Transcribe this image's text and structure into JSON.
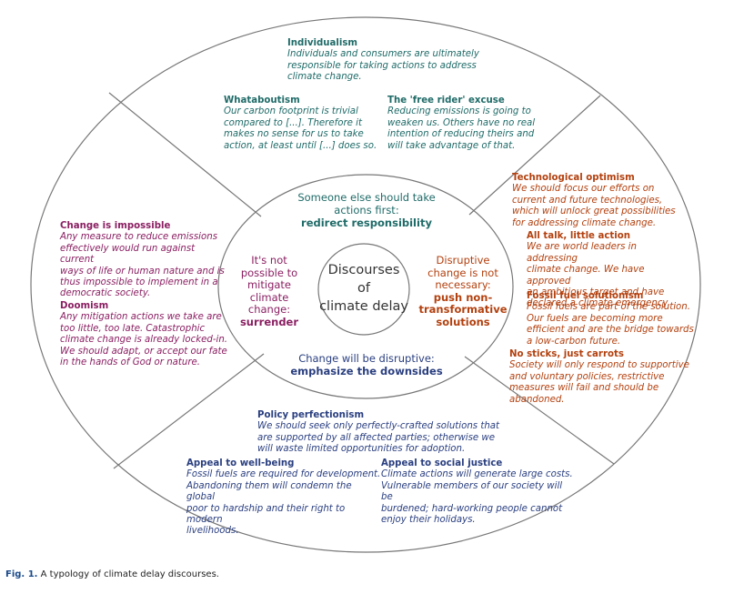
{
  "center": {
    "line1": "Discourses",
    "line2": "of",
    "line3": "climate delay"
  },
  "inner": {
    "top": {
      "line1": "Someone else should take",
      "line2": "actions first:",
      "emphasis": "redirect responsibility",
      "color": "#1f6b68"
    },
    "left": {
      "line1": "It's not",
      "line2": "possible to",
      "line3": "mitigate",
      "line4": "climate",
      "line5": "change:",
      "emphasis": "surrender",
      "color": "#8a1f62"
    },
    "right": {
      "line1": "Disruptive",
      "line2": "change is not",
      "line3": "necessary:",
      "emphasis1": "push non-",
      "emphasis2": "transformative",
      "emphasis3": "solutions",
      "color": "#b3410f"
    },
    "bottom": {
      "line1": "Change will be disruptive:",
      "emphasis": "emphasize the downsides",
      "color": "#2a3f80"
    }
  },
  "outer": {
    "individualism": {
      "title": "Individualism",
      "l1": "Individuals and consumers are ultimately",
      "l2": "responsible for taking actions to address",
      "l3": "climate change."
    },
    "whataboutism": {
      "title": "Whataboutism",
      "l1": "Our carbon footprint is trivial",
      "l2": "compared to [...]. Therefore it",
      "l3": "makes no sense for us to take",
      "l4": "action, at least until [...] does so."
    },
    "free_rider": {
      "title": "The 'free rider' excuse",
      "l1": "Reducing emissions is going to",
      "l2": "weaken us. Others have no real",
      "l3": "intention of reducing theirs and",
      "l4": "will take advantage of that."
    },
    "change_impossible": {
      "title": "Change is impossible",
      "l1": "Any measure to reduce emissions",
      "l2": "effectively would run against current",
      "l3": "ways of life or human nature and is",
      "l4": "thus impossible to implement in a",
      "l5": "democratic society."
    },
    "doomism": {
      "title": "Doomism",
      "l1": "Any mitigation actions we take are",
      "l2": "too little, too late. Catastrophic",
      "l3": "climate change is already locked-in.",
      "l4": "We should adapt, or accept our fate",
      "l5": "in the hands of God or nature."
    },
    "tech_optimism": {
      "title": "Technological optimism",
      "l1": "We should focus our efforts on",
      "l2": "current and future technologies,",
      "l3": "which will unlock great possibilities",
      "l4": "for addressing climate change."
    },
    "all_talk": {
      "title": "All talk, little action",
      "l1": "We are world leaders in addressing",
      "l2": "climate change. We have approved",
      "l3": "an ambitious target and have",
      "l4": "declared a climate emergency."
    },
    "fossil_fuel": {
      "title": "Fossil fuel solutionism",
      "l1": "Fossil fuels are part of the solution.",
      "l2": "Our fuels are becoming more",
      "l3": "efficient and are the bridge towards",
      "l4": "a low-carbon future."
    },
    "no_sticks": {
      "title": "No sticks, just carrots",
      "l1": "Society will only respond to supportive",
      "l2": "and voluntary policies, restrictive",
      "l3": "measures will fail and should be",
      "l4": "abandoned."
    },
    "policy_perfectionism": {
      "title": "Policy perfectionism",
      "l1": "We should seek only perfectly-crafted solutions that",
      "l2": "are supported by all affected parties; otherwise we",
      "l3": "will waste limited opportunities for adoption."
    },
    "well_being": {
      "title": "Appeal to well-being",
      "l1": "Fossil fuels are required for development.",
      "l2": "Abandoning them will condemn the global",
      "l3": "poor to hardship and their right to modern",
      "l4": "livelihoods."
    },
    "social_justice": {
      "title": "Appeal to social justice",
      "l1": "Climate actions will generate large costs.",
      "l2": "Vulnerable members of our society will be",
      "l3": "burdened; hard-working people cannot",
      "l4": "enjoy their holidays."
    }
  },
  "caption": {
    "label": "Fig. 1.",
    "text": " A typology of climate delay discourses."
  }
}
